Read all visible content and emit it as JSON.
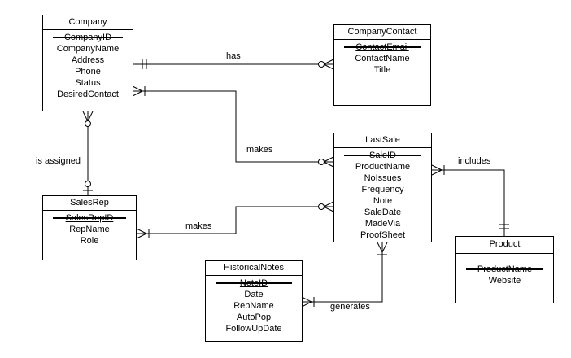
{
  "entities": {
    "company": {
      "name": "Company",
      "pk": "CompanyID",
      "attributes": [
        "CompanyName",
        "Address",
        "Phone",
        "Status",
        "DesiredContact"
      ]
    },
    "companycontact": {
      "name": "CompanyContact",
      "pk": "ContactEmail",
      "attributes": [
        "ContactName",
        "Title"
      ]
    },
    "lastsale": {
      "name": "LastSale",
      "pk": "SaleID",
      "attributes": [
        "ProductName",
        "NoIssues",
        "Frequency",
        "Note",
        "SaleDate",
        "MadeVia",
        "ProofSheet"
      ]
    },
    "salesrep": {
      "name": "SalesRep",
      "pk": "SalesRepID",
      "attributes": [
        "RepName",
        "Role"
      ]
    },
    "product": {
      "name": "Product",
      "pk": "ProductName",
      "attributes": [
        "Website"
      ]
    },
    "historicalnotes": {
      "name": "HistoricalNotes",
      "pk": "NoteID",
      "attributes": [
        "Date",
        "RepName",
        "AutoPop",
        "FollowUpDate"
      ]
    }
  },
  "relationships": {
    "company_has_contact": {
      "label": "has",
      "from": "Company",
      "to": "CompanyContact",
      "from_end": "one-and-only-one",
      "to_end": "zero-or-many"
    },
    "company_makes_sale": {
      "label": "makes",
      "from": "Company",
      "to": "LastSale",
      "from_end": "one-or-many",
      "to_end": "zero-or-many"
    },
    "company_assigned_rep": {
      "label": "is assigned",
      "from": "Company",
      "to": "SalesRep",
      "from_end": "zero-or-many",
      "to_end": "zero-or-one"
    },
    "rep_makes_sale": {
      "label": "makes",
      "from": "SalesRep",
      "to": "LastSale",
      "from_end": "one-or-many",
      "to_end": "zero-or-many"
    },
    "sale_includes_product": {
      "label": "includes",
      "from": "LastSale",
      "to": "Product",
      "from_end": "one-or-many",
      "to_end": "one-and-only-one"
    },
    "notes_generated_by_sale": {
      "label": "generates",
      "from": "HistoricalNotes",
      "to": "LastSale",
      "from_end": "one-or-many",
      "to_end": "one-or-many"
    }
  }
}
